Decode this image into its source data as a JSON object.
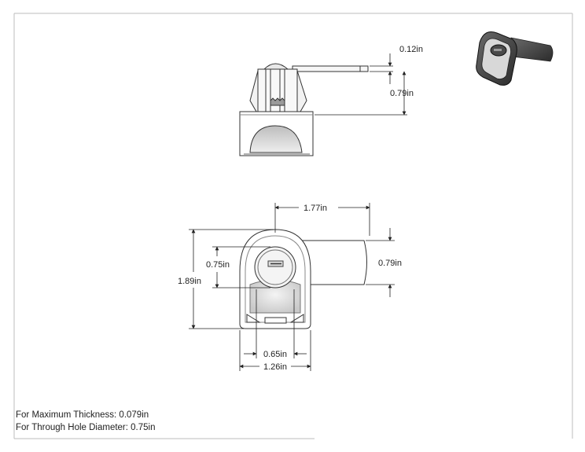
{
  "dimensions": {
    "top_thickness": "0.12in",
    "top_height": "0.79in",
    "front_width": "1.77in",
    "hole_diameter": "0.75in",
    "overall_height": "1.89in",
    "cam_height": "0.79in",
    "inner_width": "0.65in",
    "body_width": "1.26in"
  },
  "notes": {
    "max_thickness": "For Maximum Thickness: 0.079in",
    "hole_diameter": "For Through Hole Diameter: 0.75in"
  },
  "icons": [
    "cam-lock-3d-icon",
    "key-slot-icon"
  ]
}
